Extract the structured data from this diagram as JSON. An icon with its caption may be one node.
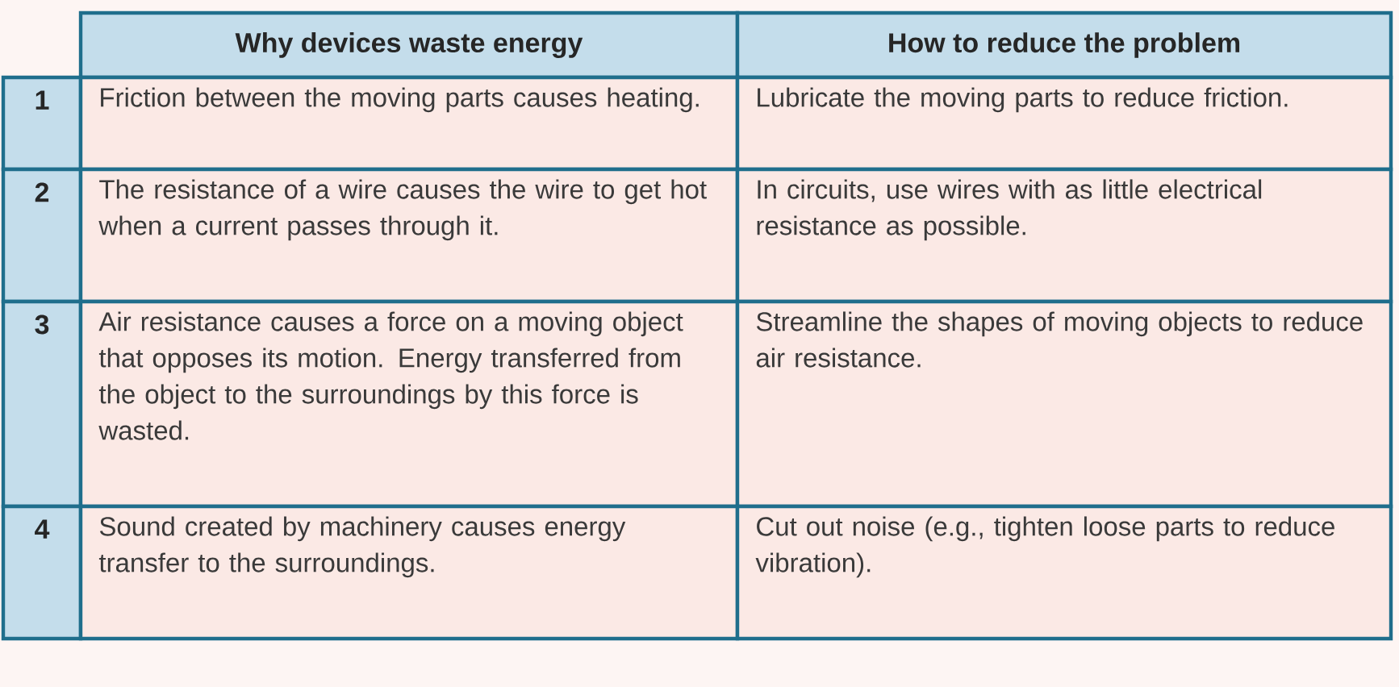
{
  "diagram": {
    "labels": [
      "Why devices waste energy",
      "How to reduce the problem",
      "1",
      "Friction between the moving parts causes heating.",
      "Lubricate the moving parts to reduce friction.",
      "2",
      "The resistance of a wire causes the wire to get hot when a current passes through it.",
      "In circuits, use wires with as little electrical resistance as possible.",
      "3",
      "Air resistance causes a force on a moving object that opposes its motion. Energy transferred from the object to the surroundings by this force is wasted.",
      "Streamline the shapes of moving objects to reduce air resistance.",
      "4",
      "Sound created by machinery causes energy transfer to the surroundings.",
      "Cut out noise (e.g., tighten loose parts to reduce vibration)."
    ]
  }
}
